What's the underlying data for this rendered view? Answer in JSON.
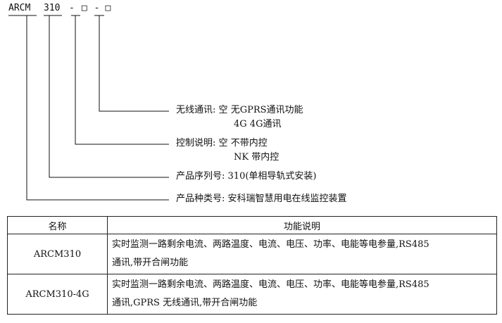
{
  "model_code": {
    "prefix": "ARCM",
    "series": "310",
    "dash1": "-",
    "box1": "□",
    "dash2": "-",
    "box2": "□"
  },
  "legend": {
    "wireless": {
      "title": "无线通讯:",
      "opt1_code": "空",
      "opt1_desc": "无GPRS通讯功能",
      "opt2_code": "4G",
      "opt2_desc": "4G通讯"
    },
    "control": {
      "title": "控制说明:",
      "opt1_code": "空",
      "opt1_desc": "不带内控",
      "opt2_code": "NK",
      "opt2_desc": "带内控"
    },
    "series": {
      "title": "产品序列号:",
      "value": "310(单相导轨式安装)"
    },
    "category": {
      "title": "产品种类号:",
      "value": "安科瑞智慧用电在线监控装置"
    }
  },
  "table": {
    "headers": [
      "名称",
      "功能说明"
    ],
    "rows": [
      {
        "name": "ARCM310",
        "line1": "实时监测一路剩余电流、两路温度、电流、电压、功率、电能等电参量,RS485",
        "line2": "通讯,带开合闸功能"
      },
      {
        "name": "ARCM310-4G",
        "line1": "实时监测一路剩余电流、两路温度、电流、电压、功率、电能等电参量,RS485",
        "line2": "通讯,GPRS 无线通讯,带开合闸功能"
      }
    ]
  }
}
